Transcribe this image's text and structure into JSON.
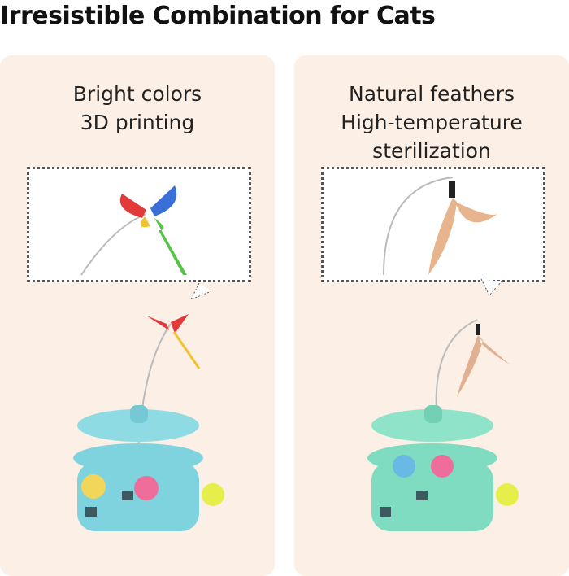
{
  "title": "Irresistible Combination for Cats",
  "panels": [
    {
      "lines": [
        "Bright colors",
        "3D printing"
      ],
      "toy_color": "#7fd3de",
      "attachment": "butterfly"
    },
    {
      "lines": [
        "Natural feathers",
        "High-temperature",
        "sterilization"
      ],
      "toy_color": "#7fdcc0",
      "attachment": "feather"
    }
  ]
}
